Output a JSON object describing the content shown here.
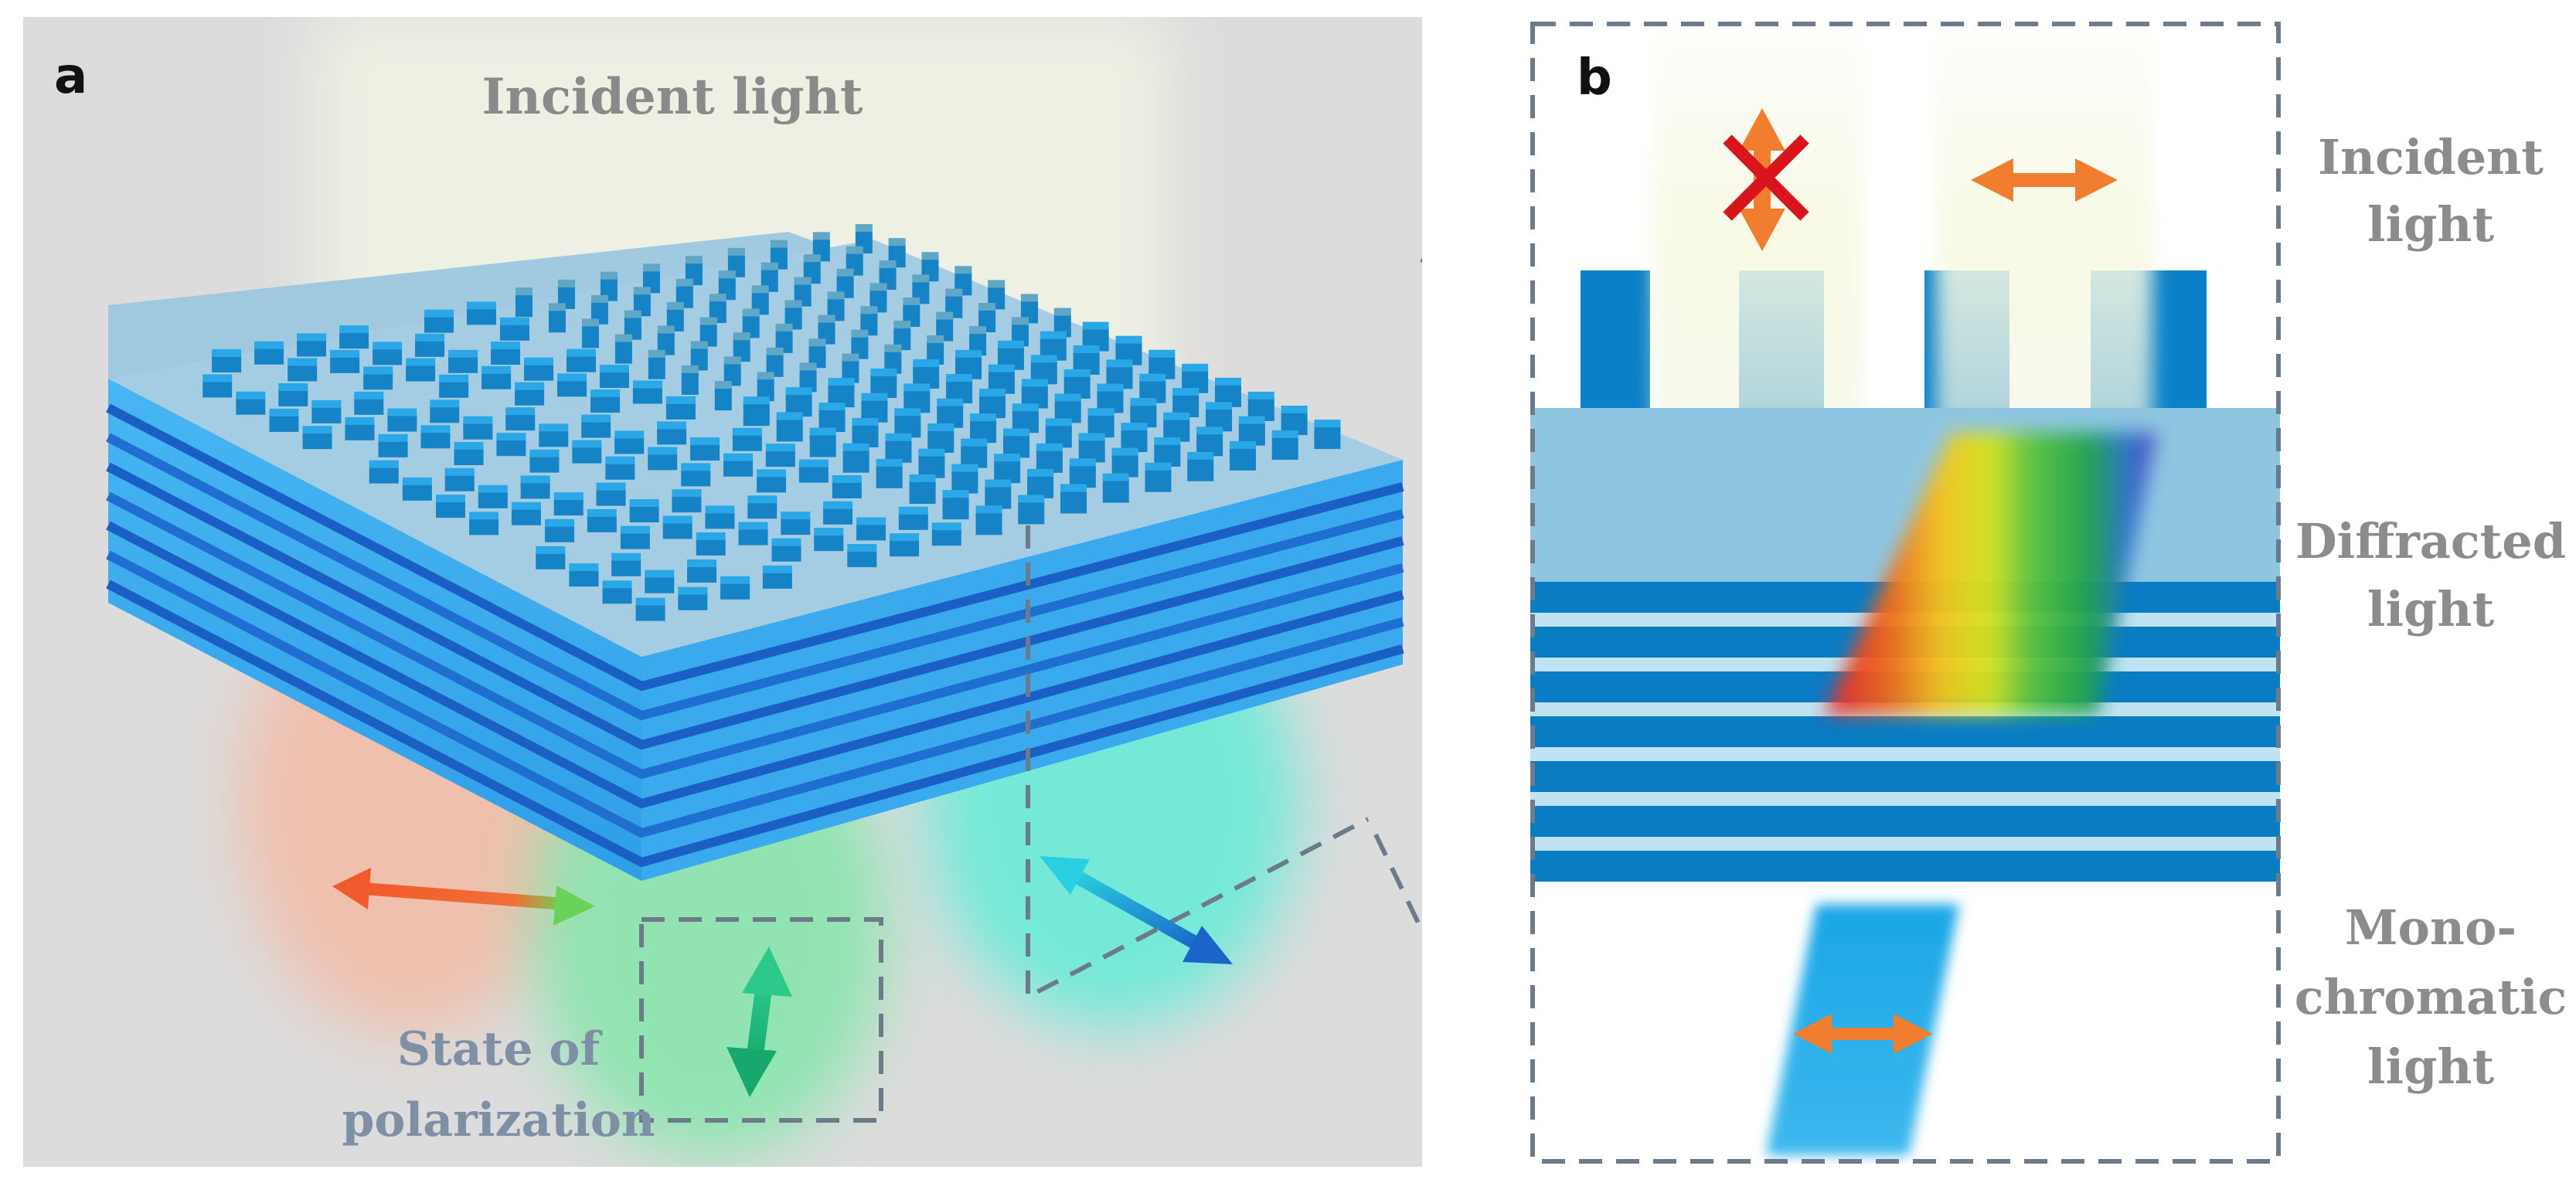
{
  "panel_a": {
    "letter": "a",
    "incident_label": "Incident light",
    "state_label_line1": "State of",
    "state_label_line2": "polarization"
  },
  "panel_b": {
    "letter": "b",
    "incident_line1": "Incident",
    "incident_line2": "light",
    "diffracted_line1": "Diffracted",
    "diffracted_line2": "light",
    "mono_line1": "Mono-",
    "mono_line2": "chromatic",
    "mono_line3": "light"
  },
  "colors": {
    "background_a": "#dcdcdc",
    "layer_dark": "#0a7cc4",
    "layer_light": "#bfe3f3",
    "substrate": "#8ec6e2",
    "ridge": "#0a80c8",
    "arrow_orange": "#f07e2e",
    "cross_red": "#d8141c",
    "dash": "#6d7a8a"
  },
  "icons": [
    "double-arrow-icon",
    "cross-icon"
  ]
}
